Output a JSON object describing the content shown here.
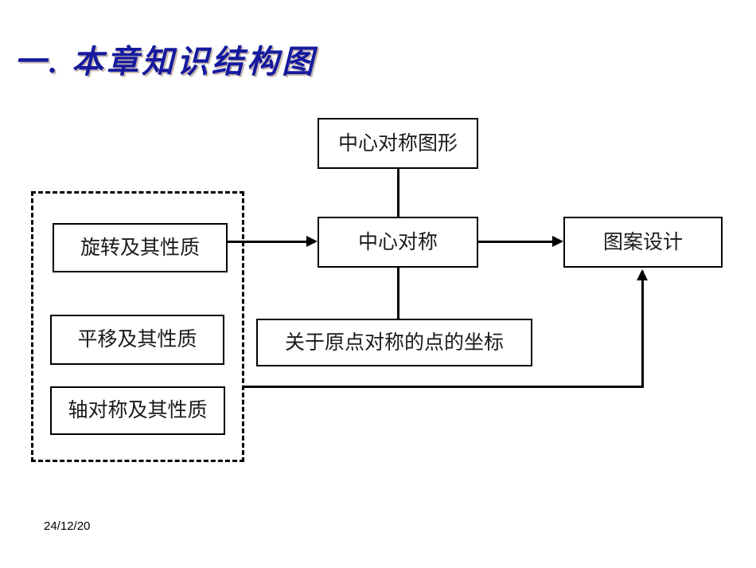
{
  "slide": {
    "title": "一. 本章知识结构图",
    "title_color": "#151a9e",
    "background": "#ffffff",
    "footer_date": "24/12/20"
  },
  "diagram": {
    "nodes": [
      {
        "id": "central-figure",
        "label": "中心对称图形"
      },
      {
        "id": "central-sym",
        "label": "中心对称"
      },
      {
        "id": "pattern-design",
        "label": "图案设计"
      },
      {
        "id": "origin-coords",
        "label": "关于原点对称的点的坐标"
      },
      {
        "id": "rotation",
        "label": "旋转及其性质"
      },
      {
        "id": "translation",
        "label": "平移及其性质"
      },
      {
        "id": "axial-sym",
        "label": "轴对称及其性质"
      }
    ],
    "group": {
      "id": "dashed-group",
      "style": "dashed",
      "members": [
        "rotation",
        "translation",
        "axial-sym"
      ]
    },
    "edges": [
      {
        "from": "central-figure",
        "to": "central-sym",
        "style": "line",
        "direction": "vertical"
      },
      {
        "from": "central-sym",
        "to": "origin-coords",
        "style": "line",
        "direction": "vertical"
      },
      {
        "from": "rotation",
        "to": "central-sym",
        "style": "arrow",
        "direction": "right"
      },
      {
        "from": "central-sym",
        "to": "pattern-design",
        "style": "arrow",
        "direction": "right"
      },
      {
        "from": "axial-sym",
        "to": "pattern-design",
        "style": "arrow",
        "direction": "elbow-up"
      }
    ],
    "line_color": "#000000",
    "box_border_color": "#000000",
    "box_fill": "#ffffff"
  }
}
